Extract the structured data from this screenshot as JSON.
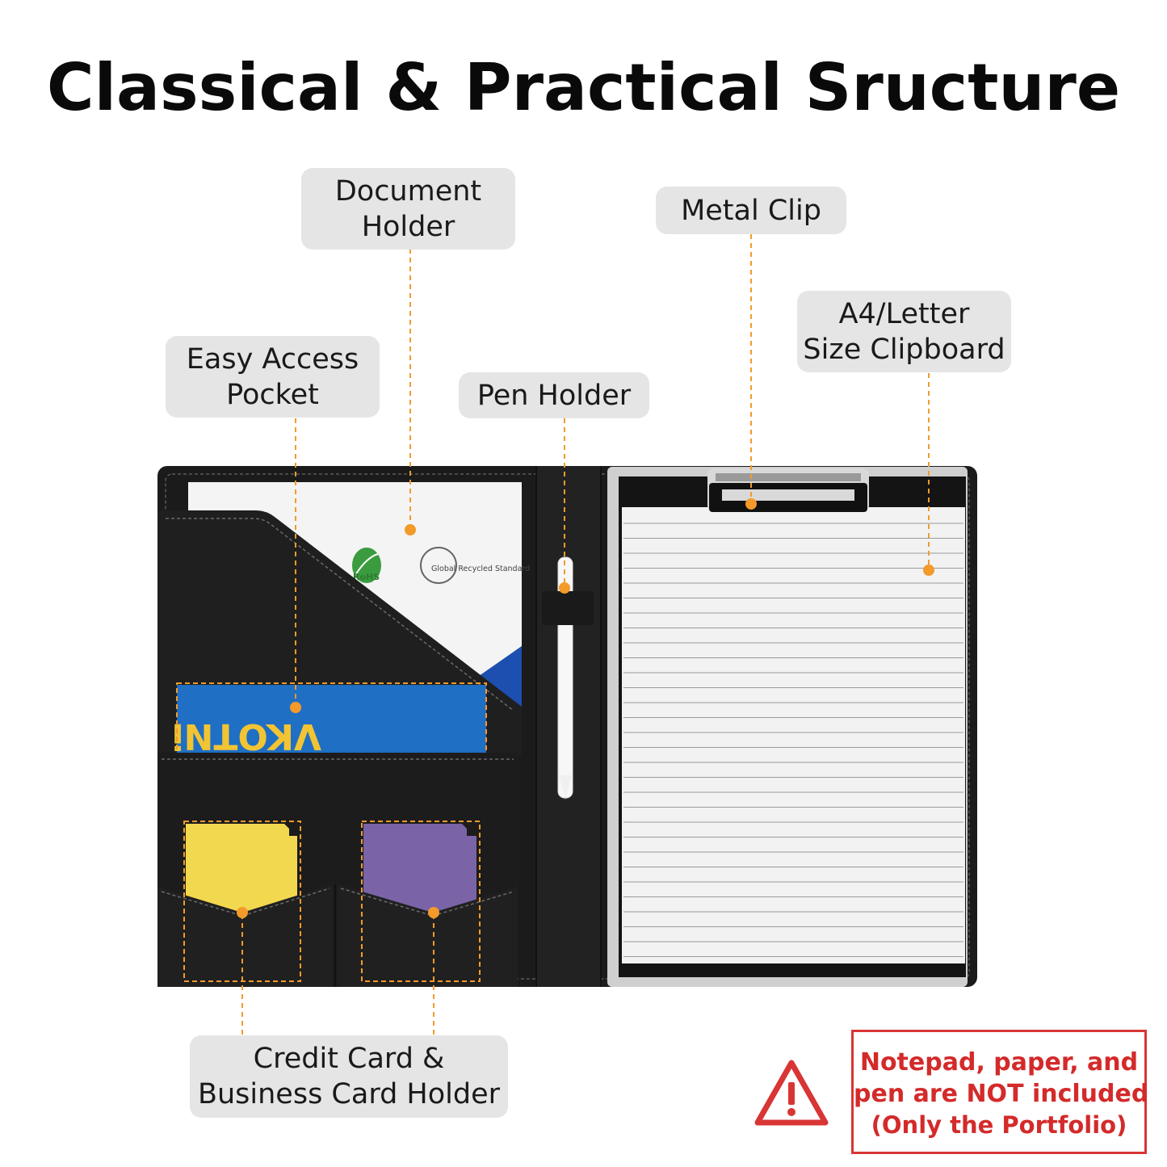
{
  "title": "Classical & Practical Sructure",
  "labels": {
    "document_holder": "Document\nHolder",
    "metal_clip": "Metal Clip",
    "clipboard": "A4/Letter\nSize Clipboard",
    "easy_access": "Easy Access\nPocket",
    "pen_holder": "Pen Holder",
    "card_holder": "Credit Card &\nBusiness Card Holder"
  },
  "paper_marks": {
    "rohs": "RoHS",
    "recycled": "Global Recycled Standard"
  },
  "booklet_text": "VKOTNi",
  "notice": {
    "line1": "Notepad, paper, and",
    "line2": "pen are NOT included",
    "line3": "(Only the Portfolio)"
  },
  "colors": {
    "accent": "#f39a2b",
    "label_bg": "#e5e5e5",
    "warning": "#d83535",
    "leather": "#1c1c1c",
    "booklet": "#1f6fc4",
    "card_yellow": "#f2d84f",
    "card_purple": "#7a63a6"
  },
  "icons": [
    "warning-triangle-icon",
    "rohs-leaf-icon",
    "recycle-icon",
    "pen-icon"
  ]
}
